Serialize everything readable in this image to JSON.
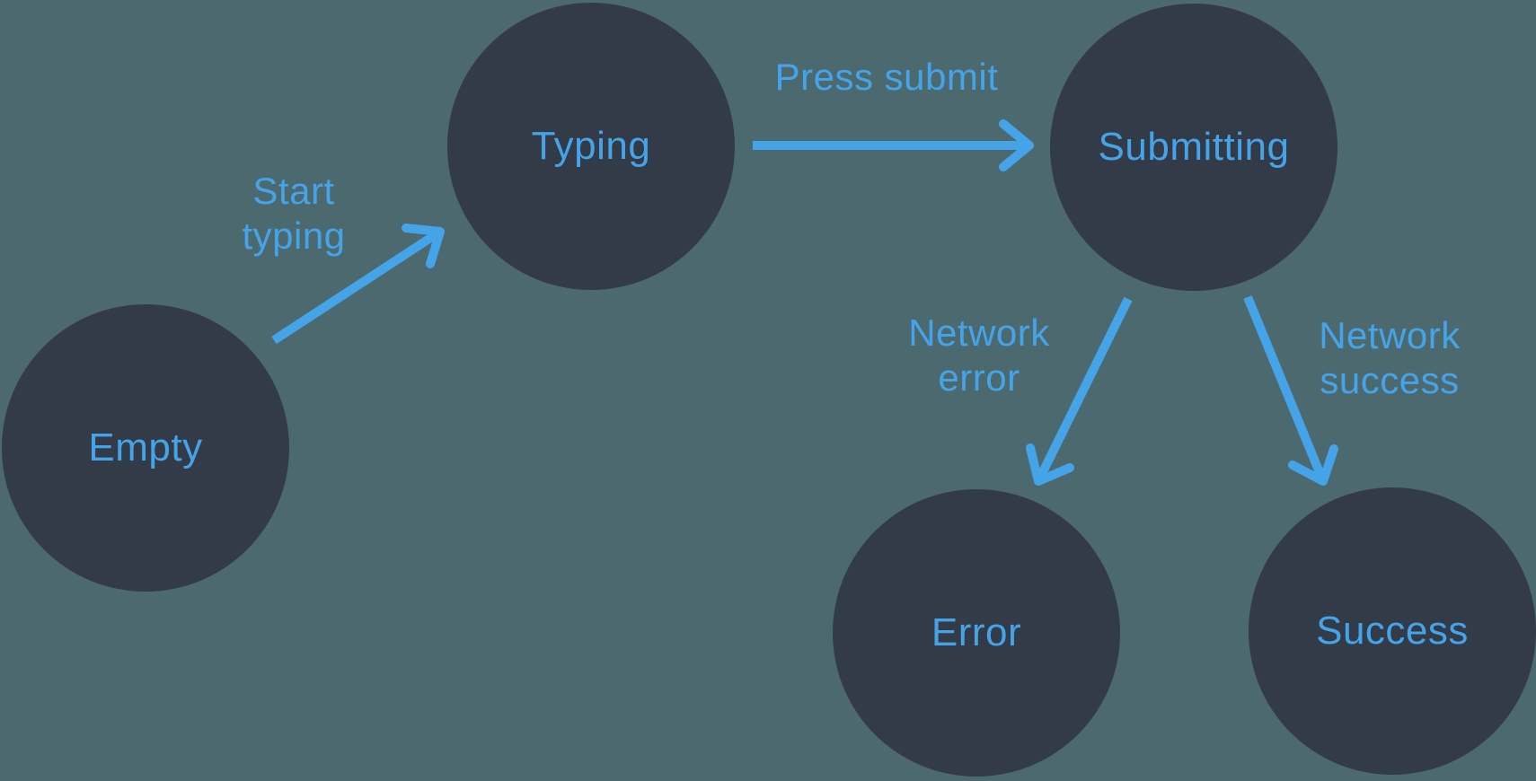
{
  "diagram": {
    "type": "state-machine",
    "colors": {
      "background": "#4C6970",
      "node_fill": "#333A48",
      "accent": "#45A4E8"
    },
    "nodes": [
      {
        "id": "empty",
        "label": "Empty"
      },
      {
        "id": "typing",
        "label": "Typing"
      },
      {
        "id": "submitting",
        "label": "Submitting"
      },
      {
        "id": "error",
        "label": "Error"
      },
      {
        "id": "success",
        "label": "Success"
      }
    ],
    "edges": [
      {
        "from": "empty",
        "to": "typing",
        "label": "Start typing",
        "lines": [
          "Start",
          "typing"
        ]
      },
      {
        "from": "typing",
        "to": "submitting",
        "label": "Press submit",
        "lines": [
          "Press submit"
        ]
      },
      {
        "from": "submitting",
        "to": "error",
        "label": "Network error",
        "lines": [
          "Network",
          "error"
        ]
      },
      {
        "from": "submitting",
        "to": "success",
        "label": "Network success",
        "lines": [
          "Network",
          "success"
        ]
      }
    ]
  }
}
